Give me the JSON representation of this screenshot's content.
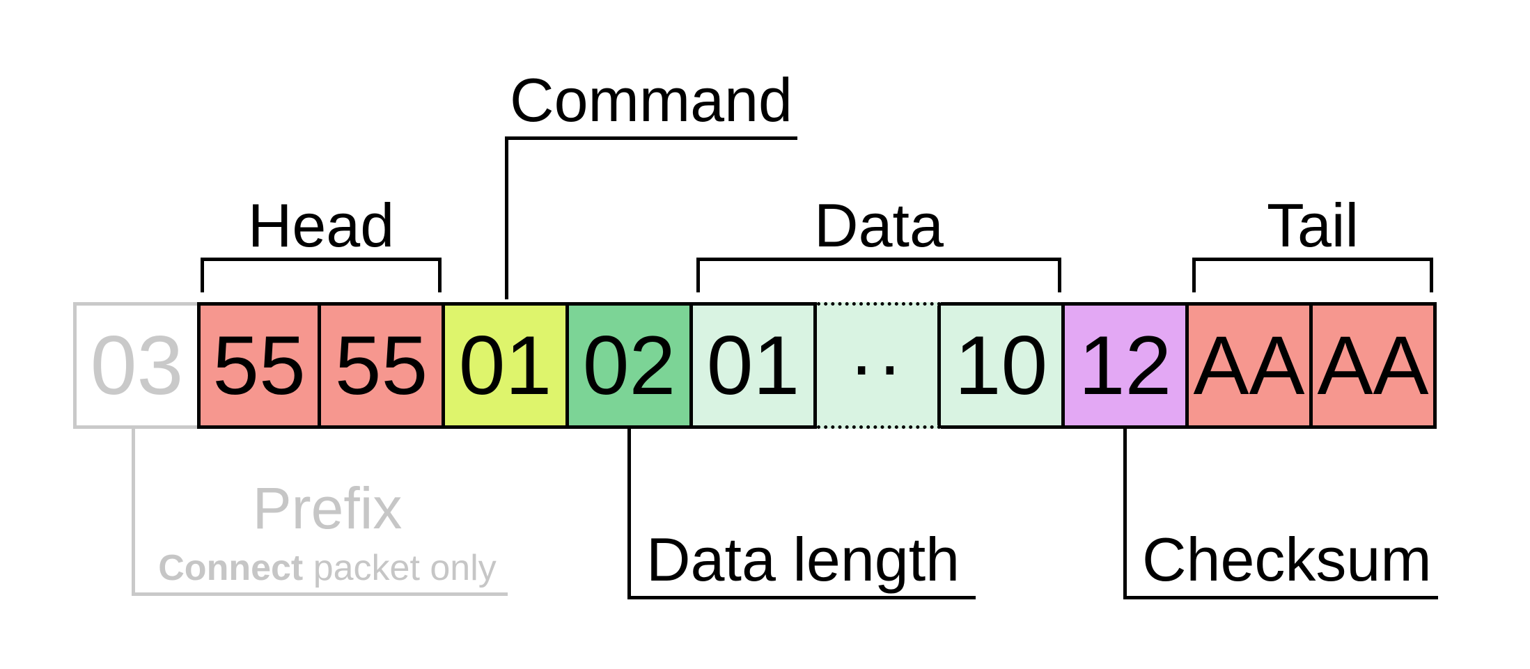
{
  "colors": {
    "line": "#000000",
    "muted_line": "#c9c9c9",
    "muted_text": "#c6c6c6",
    "pink": "#f6978f",
    "lime": "#def46c",
    "green": "#7cd496",
    "mint": "#d9f3e2",
    "violet": "#e3a8f4",
    "background": "#ffffff"
  },
  "cells": [
    {
      "value": "03",
      "color": "#ffffff",
      "section": "prefix"
    },
    {
      "value": "55",
      "color": "#f6978f",
      "section": "head"
    },
    {
      "value": "55",
      "color": "#f6978f",
      "section": "head"
    },
    {
      "value": "01",
      "color": "#def46c",
      "section": "command"
    },
    {
      "value": "02",
      "color": "#7cd496",
      "section": "data-length"
    },
    {
      "value": "01",
      "color": "#d9f3e2",
      "section": "data"
    },
    {
      "value": "··",
      "color": "#d9f3e2",
      "section": "data-ellipsis"
    },
    {
      "value": "10",
      "color": "#d9f3e2",
      "section": "data"
    },
    {
      "value": "12",
      "color": "#e3a8f4",
      "section": "checksum"
    },
    {
      "value": "AA",
      "color": "#f6978f",
      "section": "tail"
    },
    {
      "value": "AA",
      "color": "#f6978f",
      "section": "tail"
    }
  ],
  "labels": {
    "command": "Command",
    "head": "Head",
    "data": "Data",
    "tail": "Tail",
    "data_length": "Data length",
    "checksum": "Checksum",
    "prefix": "Prefix",
    "prefix_note_bold": "Connect",
    "prefix_note_rest": " packet only"
  }
}
